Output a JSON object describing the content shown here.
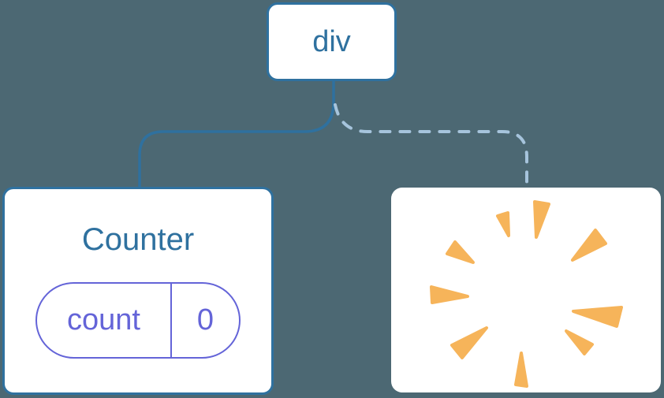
{
  "diagram": {
    "description": "React component tree diagram: div root with Counter child (kept, solid link) and a removed child shown as a poof burst (dashed link)",
    "root": {
      "label": "div"
    },
    "children": [
      {
        "type": "component",
        "title": "Counter",
        "link_style": "solid",
        "state": {
          "key": "count",
          "value": "0"
        }
      },
      {
        "type": "removed-component",
        "icon": "poof-burst-icon",
        "link_style": "dashed"
      }
    ]
  },
  "colors": {
    "bg": "#4C6873",
    "accent": "#2F719F",
    "dash": "#A6C4DC",
    "purple": "#6464D8",
    "orange": "#F6B45A",
    "card-bg": "#FFFFFF"
  }
}
